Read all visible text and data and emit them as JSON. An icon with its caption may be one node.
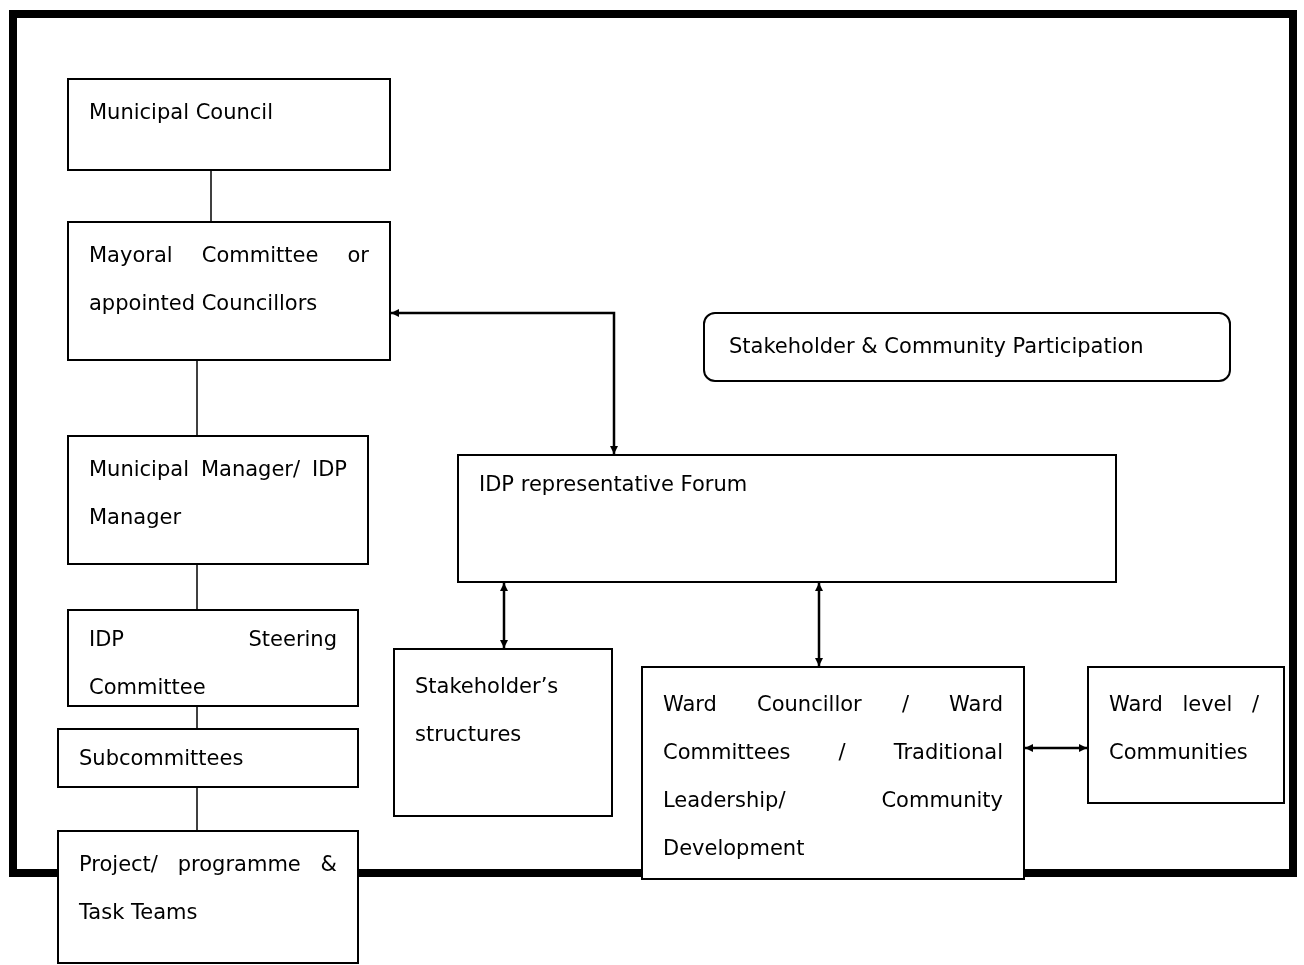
{
  "diagram": {
    "nodes": [
      {
        "text": [
          "Municipal Council"
        ]
      },
      {
        "text": [
          "Mayoral Committee or appointed Councillors"
        ]
      },
      {
        "text": [
          "Municipal Manager/ IDP Manager"
        ]
      },
      {
        "text": [
          "IDP Steering Committee"
        ]
      },
      {
        "text": [
          "Subcommittees"
        ]
      },
      {
        "text": [
          "Project/ programme & Task Teams"
        ]
      },
      {
        "text": [
          "Stakeholder & Community Participation"
        ]
      },
      {
        "text": [
          "IDP representative Forum"
        ]
      },
      {
        "text": [
          "Stakeholder’s structures"
        ]
      },
      {
        "text": [
          "Ward Councillor / Ward Committees / Traditional Leadership/ Community Development"
        ]
      },
      {
        "text": [
          "Ward level / Communities"
        ]
      }
    ],
    "edges": [
      {
        "from": 0,
        "to": 1,
        "arrow": "none"
      },
      {
        "from": 1,
        "to": 2,
        "arrow": "none"
      },
      {
        "from": 2,
        "to": 3,
        "arrow": "none"
      },
      {
        "from": 3,
        "to": 4,
        "arrow": "none"
      },
      {
        "from": 4,
        "to": 5,
        "arrow": "none"
      },
      {
        "from": 7,
        "to": 1,
        "arrow": "both"
      },
      {
        "from": 7,
        "to": 8,
        "arrow": "both"
      },
      {
        "from": 7,
        "to": 9,
        "arrow": "both"
      },
      {
        "from": 9,
        "to": 10,
        "arrow": "both"
      }
    ]
  }
}
